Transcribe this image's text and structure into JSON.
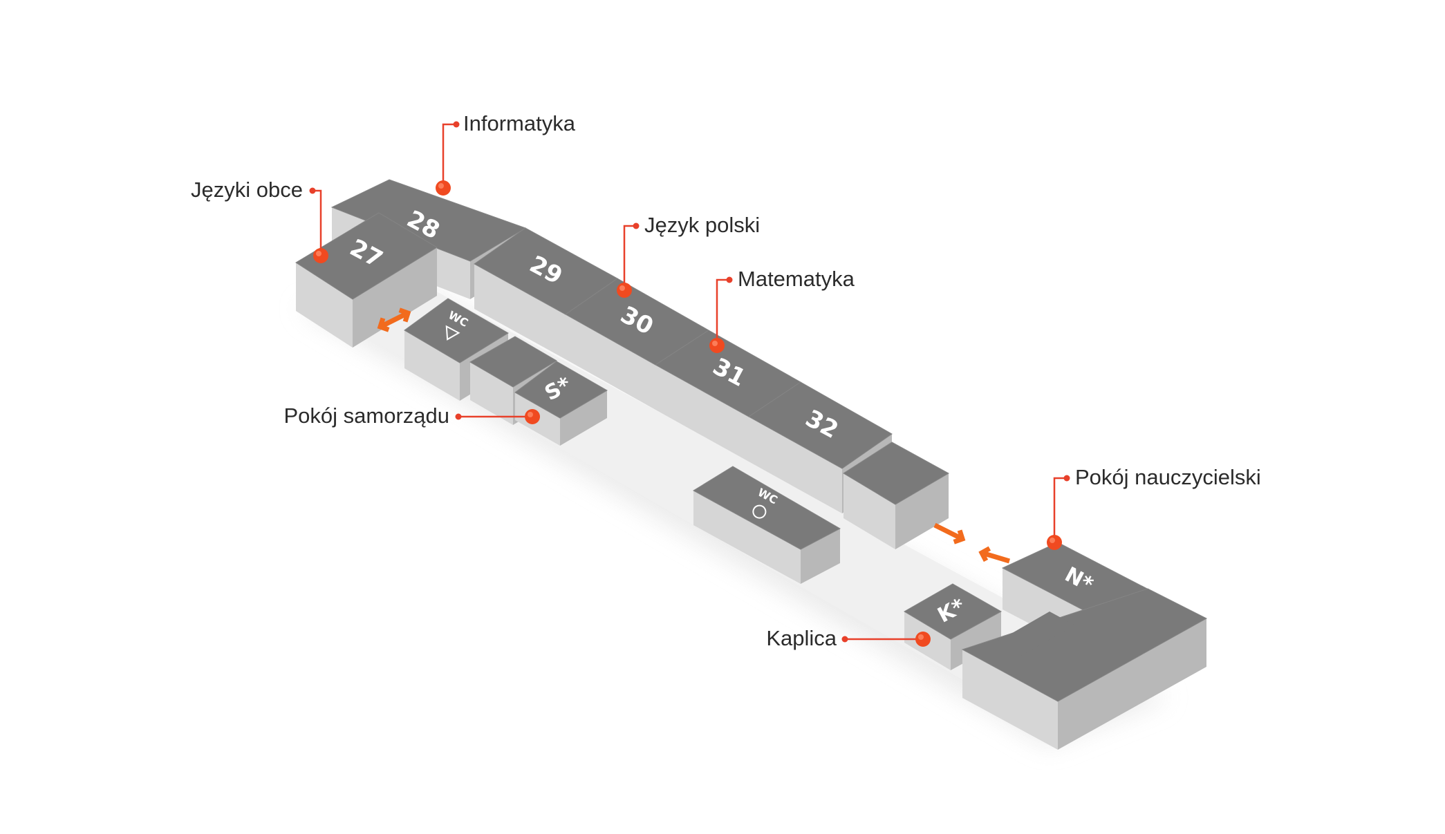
{
  "colors": {
    "top": "#7a7a7a",
    "side": "#c4c4c4",
    "front": "#d6d6d6",
    "edge": "#6c6c6c",
    "floor": "#efefef",
    "accent": "#f26b1d",
    "leader": "#e8402a",
    "dot": "#f04a20",
    "text": "#2b2b2b"
  },
  "rooms": {
    "r27": "27",
    "r28": "28",
    "r29": "29",
    "r30": "30",
    "r31": "31",
    "r32": "32",
    "s": "S*",
    "n": "N*",
    "k": "K*",
    "wc": "WC"
  },
  "icons": {
    "wc_male": "triangle-icon",
    "wc_female": "circle-icon",
    "arrows": "double-arrow-icon"
  },
  "callouts": {
    "jezyki_obce": "Języki obce",
    "informatyka": "Informatyka",
    "jezyk_polski": "Język polski",
    "matematyka": "Matematyka",
    "pokoj_samorzadu": "Pokój samorządu",
    "pokoj_nauczycielski": "Pokój nauczycielski",
    "kaplica": "Kaplica"
  }
}
